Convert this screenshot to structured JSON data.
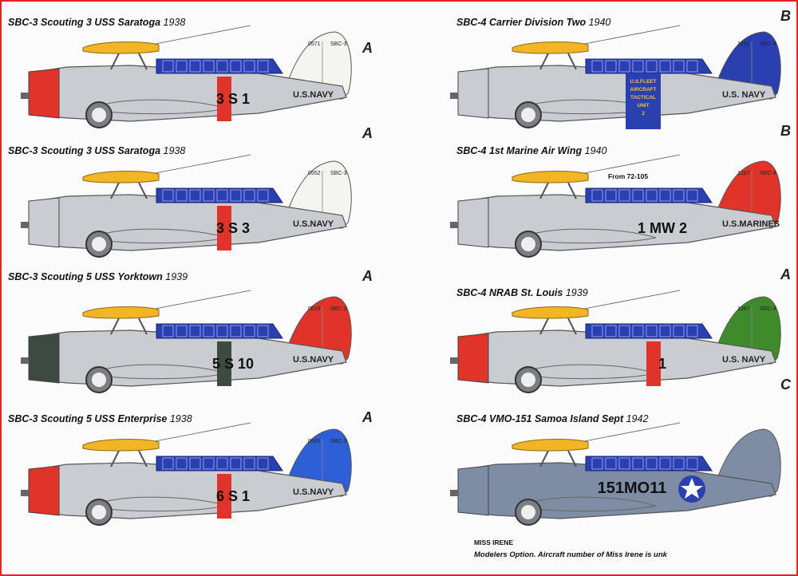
{
  "colors": {
    "border": "#e0242b",
    "fuselage_gray": "#c9ccd0",
    "wing_yellow": "#f2b526",
    "canopy_blue": "#2a3fb0",
    "navy_gray": "#7f8da4"
  },
  "left": [
    {
      "caption_type": "SBC-3",
      "caption_main": "Scouting 3 USS Saratoga",
      "caption_year": "1938",
      "letter": "A",
      "code": "3 S 1",
      "navy": "U.S.NAVY",
      "tailnum": "0571",
      "tailtype": "SBC-3",
      "insignia": "indian-head",
      "cowl": "#e0342a",
      "tail": "#f4f4f0",
      "band": "#e0342a"
    },
    {
      "caption_type": "SBC-3",
      "caption_main": "Scouting 3 USS Saratoga",
      "caption_year": "1938",
      "letter": "A",
      "code": "3 S 3",
      "navy": "U.S.NAVY",
      "tailnum": "0552",
      "tailtype": "SBC-3",
      "insignia": "indian-head-e",
      "cowl": "#c9ccd0",
      "tail": "#f4f4f0",
      "band": "#e0342a"
    },
    {
      "caption_type": "SBC-3",
      "caption_main": "Scouting 5 USS Yorktown",
      "caption_year": "1939",
      "letter": "A",
      "code": "5 S 10",
      "navy": "U.S.NAVY",
      "tailnum": "0533",
      "tailtype": "SBC-3",
      "insignia": "star-emblem",
      "cowl": "#3d4a41",
      "tail": "#e0342a",
      "band": "#3d4a41"
    },
    {
      "caption_type": "SBC-3",
      "caption_main": "Scouting 5 USS Enterprise",
      "caption_year": "1938",
      "letter": "A",
      "code": "6 S 1",
      "navy": "U.S.NAVY",
      "tailnum": "0585",
      "tailtype": "SBC-3",
      "insignia": "devil-emblem",
      "cowl": "#e0342a",
      "tail": "#2f5fd6",
      "band": "#e0342a"
    }
  ],
  "right": [
    {
      "caption_type": "SBC-4",
      "caption_main": "Carrier Division Two",
      "caption_year": "1940",
      "letter": "B",
      "code": "",
      "navy": "U.S. NAVY",
      "tailnum": "1251",
      "tailtype": "SBC-4",
      "cowl": "#c9ccd0",
      "tail": "#2a3fb0",
      "panel": [
        "U.S.FLEET",
        "AIRCRAFT",
        "TACTICAL",
        "UNIT",
        "2"
      ]
    },
    {
      "caption_type": "SBC-4",
      "caption_main": "1st Marine Air Wing",
      "caption_year": "1940",
      "letter": "B",
      "code": "1 MW 2",
      "navy": "U.S.MARINES",
      "tailnum": "1287",
      "tailtype": "SBC-4",
      "cowl": "#c9ccd0",
      "tail": "#e0342a",
      "callout": "From 72-105"
    },
    {
      "caption_type": "SBC-4",
      "caption_main": "NRAB St. Louis",
      "caption_year": "1939",
      "letter": "A",
      "code": "1",
      "navy": "U.S. NAVY",
      "tailnum": "1267",
      "tailtype": "SBC-4",
      "cowl": "#e0342a",
      "tail": "#3f8a2a",
      "band": "#e0342a"
    },
    {
      "caption_type": "SBC-4",
      "caption_main": "VMO-151 Samoa Island Sept",
      "caption_year": "1942",
      "letter": "C",
      "code": "151MO11",
      "cowl": "#7f8da4",
      "tail": "#7f8da4",
      "nose_name": "MISS IRENE",
      "footnote": "Modelers Option. Aircraft number of Miss Irene is unk"
    }
  ]
}
